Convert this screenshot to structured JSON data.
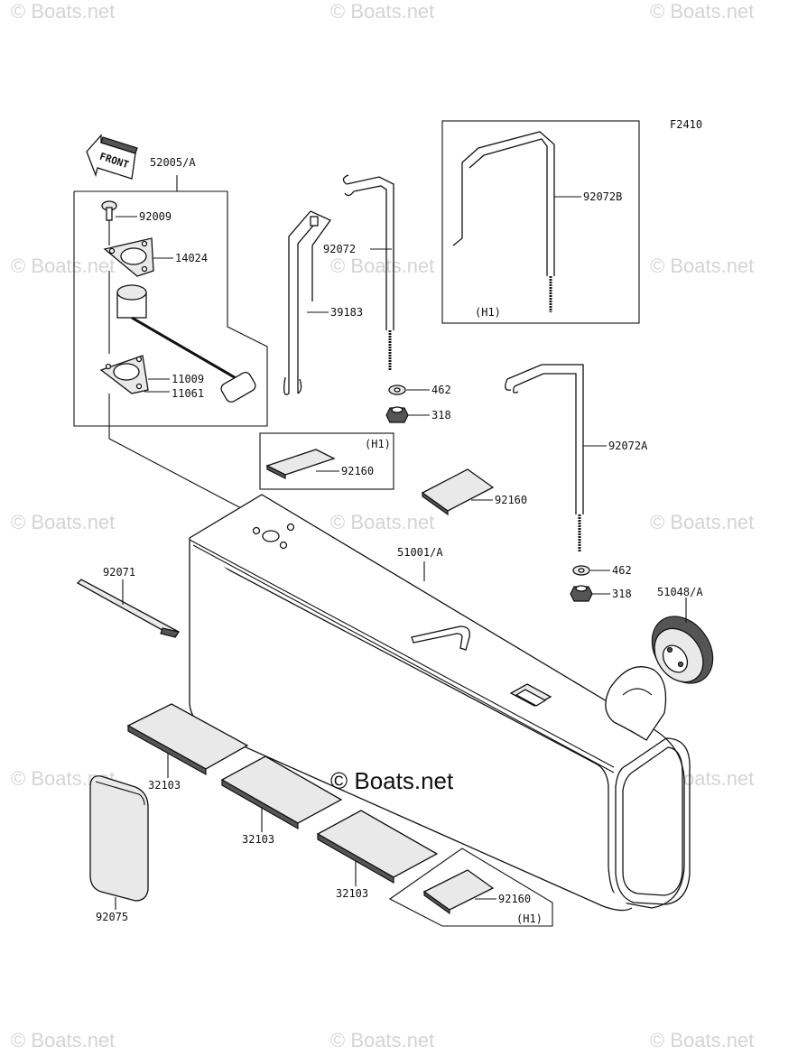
{
  "diagram_code": "F2410",
  "front_marker": "FRONT",
  "copyright": "© Boats.net",
  "watermark": "© Boats.net",
  "parts": {
    "p52005A": "52005/A",
    "p92009": "92009",
    "p14024": "14024",
    "p11009": "11009",
    "p11061": "11061",
    "p39183": "39183",
    "p92072": "92072",
    "p92072B": "92072B",
    "p92072A": "92072A",
    "p462a": "462",
    "p318a": "318",
    "p462b": "462",
    "p318b": "318",
    "p92160a": "92160",
    "p92160b": "92160",
    "p92160c": "92160",
    "p51001A": "51001/A",
    "p51048A": "51048/A",
    "p92071": "92071",
    "p32103a": "32103",
    "p32103b": "32103",
    "p32103c": "32103",
    "p92075": "92075"
  },
  "variants": {
    "h1a": "(H1)",
    "h1b": "(H1)",
    "h1c": "(H1)"
  }
}
